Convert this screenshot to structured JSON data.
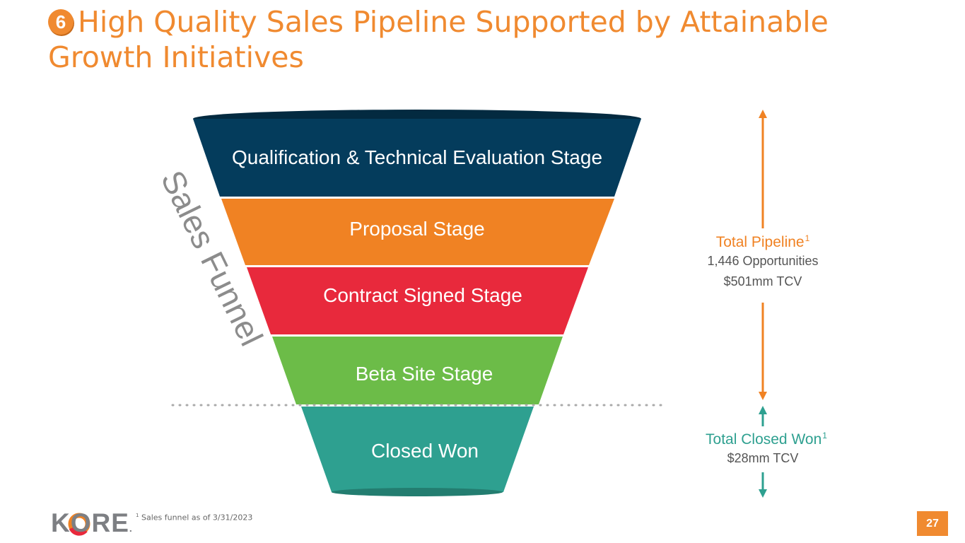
{
  "slide": {
    "badge_number": "6",
    "title": "High Quality Sales Pipeline Supported by Attainable Growth Initiatives",
    "page_number": "27",
    "footnote_marker": "1",
    "footnote": "Sales funnel as of 3/31/2023",
    "logo_text": "KORE",
    "logo_mark": "."
  },
  "funnel": {
    "vertical_label": "Sales Funnel",
    "stages": [
      {
        "label": "Qualification & Technical Evaluation Stage",
        "color": "#043c5c"
      },
      {
        "label": "Proposal Stage",
        "color": "#f08223"
      },
      {
        "label": "Contract Signed Stage",
        "color": "#e8293c"
      },
      {
        "label": "Beta Site Stage",
        "color": "#6cbc48"
      },
      {
        "label": "Closed Won",
        "color": "#2ea090"
      }
    ]
  },
  "pipeline": {
    "title": "Total Pipeline",
    "sup": "1",
    "opportunities": "1,446 Opportunities",
    "tcv": "$501mm TCV",
    "color": "#f08223"
  },
  "closed_won": {
    "title": "Total Closed Won",
    "sup": "1",
    "tcv": "$28mm TCV",
    "color": "#2ea090"
  }
}
